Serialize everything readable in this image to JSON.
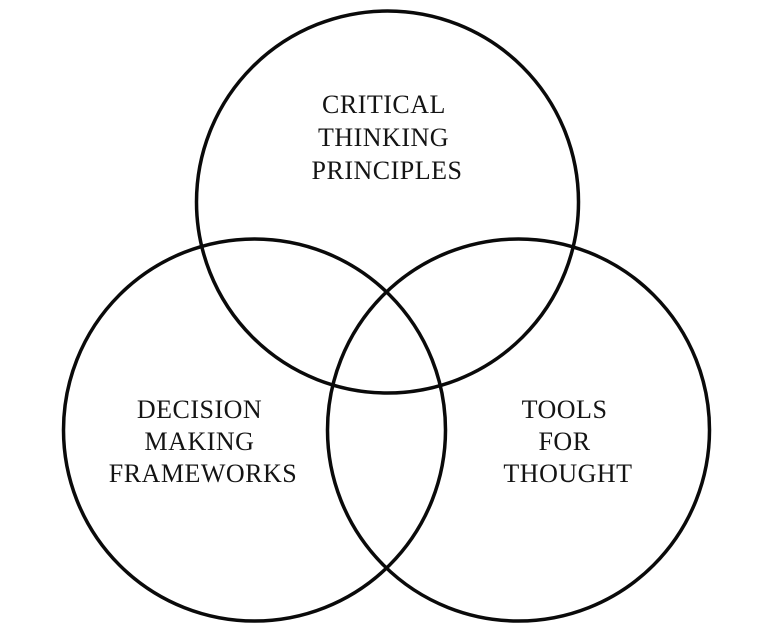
{
  "diagram": {
    "type": "venn",
    "background_color": "#ffffff",
    "circle_stroke_color": "#0a0a0a",
    "text_color": "#141414",
    "circles": [
      {
        "id": "critical-thinking-principles",
        "label": "CRITICAL THINKING PRINCIPLES",
        "lines": [
          "CRITICAL",
          "THINKING",
          "PRINCIPLES"
        ],
        "position": "top"
      },
      {
        "id": "decision-making-frameworks",
        "label": "DECISION MAKING FRAMEWORKS",
        "lines": [
          "DECISION",
          "MAKING",
          "FRAMEWORKS"
        ],
        "position": "bottom-left"
      },
      {
        "id": "tools-for-thought",
        "label": "TOOLS FOR THOUGHT",
        "lines": [
          "TOOLS",
          "FOR",
          "THOUGHT"
        ],
        "position": "bottom-right"
      }
    ]
  }
}
